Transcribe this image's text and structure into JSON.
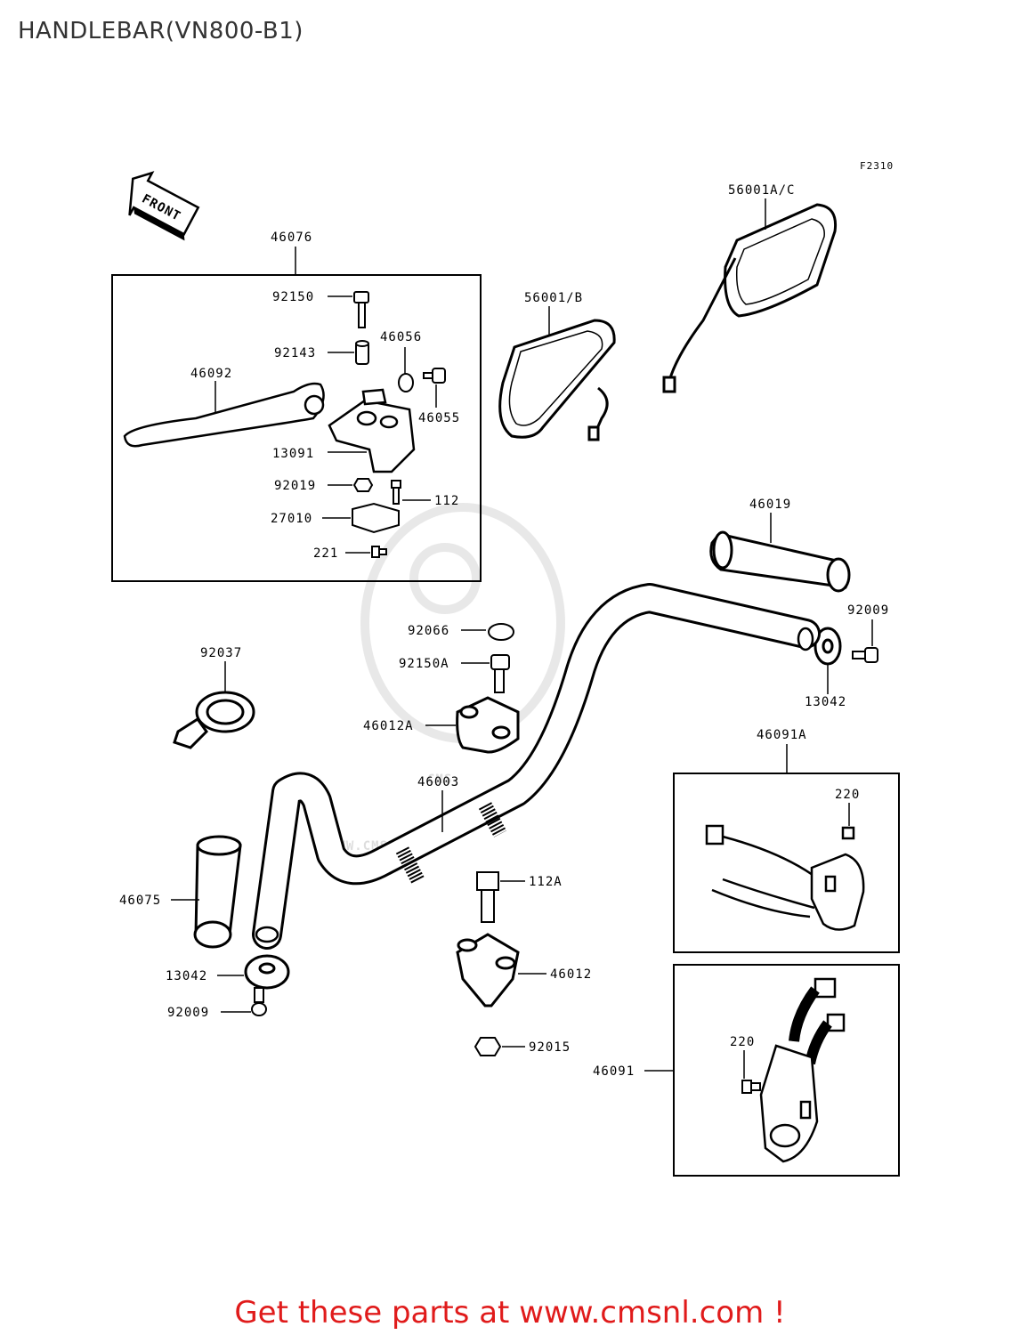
{
  "page": {
    "title": "HANDLEBAR(VN800-B1)"
  },
  "figure": {
    "code": "F2310"
  },
  "badges": {
    "front": "FRONT"
  },
  "watermark": {
    "logo": "CMS",
    "url": "WWW.CMSNL.COM"
  },
  "parts": {
    "p46076": "46076",
    "p92150": "92150",
    "p92143": "92143",
    "p46056": "46056",
    "p46092": "46092",
    "p46055": "46055",
    "p13091": "13091",
    "p92019": "92019",
    "p112": "112",
    "p27010": "27010",
    "p221": "221",
    "p56001b": "56001/B",
    "p56001ac": "56001A/C",
    "p46019": "46019",
    "p92009r": "92009",
    "p13042r": "13042",
    "p92066": "92066",
    "p92150a": "92150A",
    "p92037": "92037",
    "p46012a": "46012A",
    "p46003": "46003",
    "p46091a": "46091A",
    "p220a": "220",
    "p112a": "112A",
    "p46075": "46075",
    "p46012": "46012",
    "p13042l": "13042",
    "p92009l": "92009",
    "p92015": "92015",
    "p46091": "46091",
    "p220b": "220"
  },
  "footer": {
    "text": "Get these parts at www.cmsnl.com !"
  }
}
